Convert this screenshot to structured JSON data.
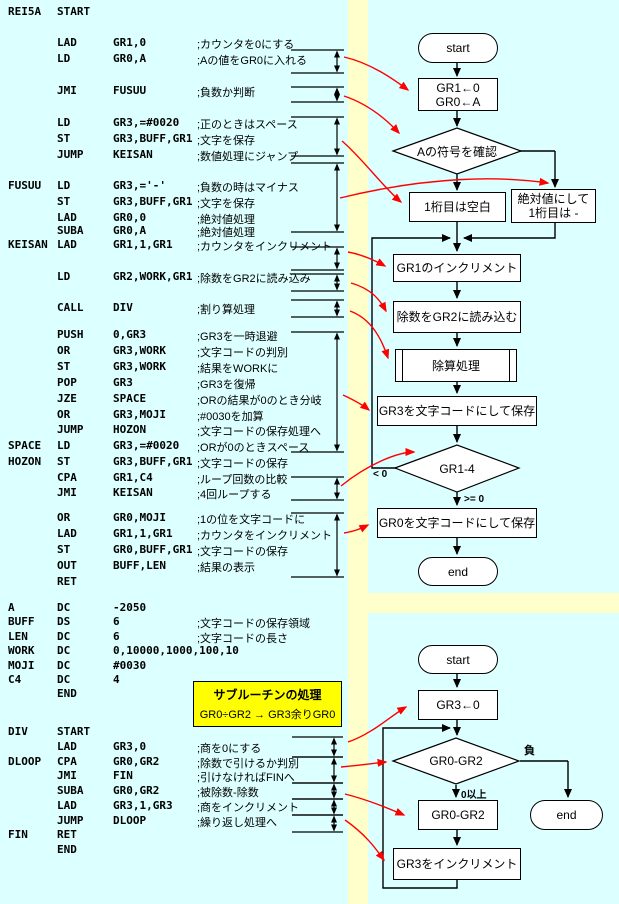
{
  "code": {
    "rows": [
      {
        "label": "REI5A",
        "op": "START",
        "args": "",
        "comment": ""
      },
      {
        "label": "",
        "op": "LAD",
        "args": "GR1,0",
        "comment": ";カウンタを0にする"
      },
      {
        "label": "",
        "op": "LD",
        "args": "GR0,A",
        "comment": ";Aの値をGR0に入れる"
      },
      {
        "label": "",
        "op": "JMI",
        "args": "FUSUU",
        "comment": ";負数か判断"
      },
      {
        "label": "",
        "op": "LD",
        "args": "GR3,=#0020",
        "comment": ";正のときはスペース"
      },
      {
        "label": "",
        "op": "ST",
        "args": "GR3,BUFF,GR1",
        "comment": ";文字を保存"
      },
      {
        "label": "",
        "op": "JUMP",
        "args": "KEISAN",
        "comment": ";数値処理にジャンプ"
      },
      {
        "label": "FUSUU",
        "op": "LD",
        "args": "GR3,='-'",
        "comment": ";負数の時はマイナス"
      },
      {
        "label": "",
        "op": "ST",
        "args": "GR3,BUFF,GR1",
        "comment": ";文字を保存"
      },
      {
        "label": "",
        "op": "LAD",
        "args": "GR0,0",
        "comment": ";絶対値処理"
      },
      {
        "label": "",
        "op": "SUBA",
        "args": "GR0,A",
        "comment": ";絶対値処理"
      },
      {
        "label": "KEISAN",
        "op": "LAD",
        "args": "GR1,1,GR1",
        "comment": ";カウンタをインクリメント"
      },
      {
        "label": "",
        "op": "LD",
        "args": "GR2,WORK,GR1",
        "comment": ";除数をGR2に読み込み"
      },
      {
        "label": "",
        "op": "CALL",
        "args": "DIV",
        "comment": ";割り算処理"
      },
      {
        "label": "",
        "op": "PUSH",
        "args": "0,GR3",
        "comment": ";GR3を一時退避"
      },
      {
        "label": "",
        "op": "OR",
        "args": "GR3,WORK",
        "comment": ";文字コードの判別"
      },
      {
        "label": "",
        "op": "ST",
        "args": "GR3,WORK",
        "comment": ";結果をWORKに"
      },
      {
        "label": "",
        "op": "POP",
        "args": "GR3",
        "comment": ";GR3を復帰"
      },
      {
        "label": "",
        "op": "JZE",
        "args": "SPACE",
        "comment": ";ORの結果が0のとき分岐"
      },
      {
        "label": "",
        "op": "OR",
        "args": "GR3,MOJI",
        "comment": ";#0030を加算"
      },
      {
        "label": "",
        "op": "JUMP",
        "args": "HOZON",
        "comment": ";文字コードの保存処理へ"
      },
      {
        "label": "SPACE",
        "op": "LD",
        "args": "GR3,=#0020",
        "comment": ";ORが0のときスペース"
      },
      {
        "label": "HOZON",
        "op": "ST",
        "args": "GR3,BUFF,GR1",
        "comment": ";文字コードの保存"
      },
      {
        "label": "",
        "op": "CPA",
        "args": "GR1,C4",
        "comment": ";ループ回数の比較"
      },
      {
        "label": "",
        "op": "JMI",
        "args": "KEISAN",
        "comment": ";4回ループする"
      },
      {
        "label": "",
        "op": "OR",
        "args": "GR0,MOJI",
        "comment": ";1の位を文字コードに"
      },
      {
        "label": "",
        "op": "LAD",
        "args": "GR1,1,GR1",
        "comment": ";カウンタをインクリメント"
      },
      {
        "label": "",
        "op": "ST",
        "args": "GR0,BUFF,GR1",
        "comment": ";文字コードの保存"
      },
      {
        "label": "",
        "op": "OUT",
        "args": "BUFF,LEN",
        "comment": ";結果の表示"
      },
      {
        "label": "",
        "op": "RET",
        "args": "",
        "comment": ""
      },
      {
        "label": "A",
        "op": "DC",
        "args": "-2050",
        "comment": ""
      },
      {
        "label": "BUFF",
        "op": "DS",
        "args": "6",
        "comment": ";文字コードの保存領域"
      },
      {
        "label": "LEN",
        "op": "DC",
        "args": "6",
        "comment": ";文字コードの長さ"
      },
      {
        "label": "WORK",
        "op": "DC",
        "args": "0,10000,1000,100,10",
        "comment": ""
      },
      {
        "label": "MOJI",
        "op": "DC",
        "args": "#0030",
        "comment": ""
      },
      {
        "label": "C4",
        "op": "DC",
        "args": "4",
        "comment": ""
      },
      {
        "label": "",
        "op": "END",
        "args": "",
        "comment": ""
      },
      {
        "label": "DIV",
        "op": "START",
        "args": "",
        "comment": ""
      },
      {
        "label": "",
        "op": "LAD",
        "args": "GR3,0",
        "comment": ";商を0にする"
      },
      {
        "label": "DLOOP",
        "op": "CPA",
        "args": "GR0,GR2",
        "comment": ";除数で引けるか判別"
      },
      {
        "label": "",
        "op": "JMI",
        "args": "FIN",
        "comment": ";引けなければFINへ"
      },
      {
        "label": "",
        "op": "SUBA",
        "args": "GR0,GR2",
        "comment": ";被除数-除数"
      },
      {
        "label": "",
        "op": "LAD",
        "args": "GR3,1,GR3",
        "comment": ";商をインクリメント"
      },
      {
        "label": "",
        "op": "JUMP",
        "args": "DLOOP",
        "comment": ";繰り返し処理へ"
      },
      {
        "label": "FIN",
        "op": "RET",
        "args": "",
        "comment": ""
      },
      {
        "label": "",
        "op": "END",
        "args": "",
        "comment": ""
      }
    ]
  },
  "callout": {
    "title": "サブルーチンの処理",
    "formula": "GR0÷GR2 → GR3余りGR0"
  },
  "flowchart_main": {
    "start": "start",
    "init_line1": "GR1←0",
    "init_line2": "GR0←A",
    "check_sign": "Aの符号を確認",
    "space_digit": "1桁目は空白",
    "abs_line1": "絶対値にして",
    "abs_line2": "1桁目は -",
    "incr": "GR1のインクリメント",
    "load_divisor": "除数をGR2に読み込む",
    "divide": "除算処理",
    "save_gr3": "GR3を文字コードにして保存",
    "loop_check": "GR1-4",
    "label_lt": "< 0",
    "label_ge": ">= 0",
    "save_gr0": "GR0を文字コードにして保存",
    "end": "end"
  },
  "flowchart_sub": {
    "start": "start",
    "init": "GR3←0",
    "compare": "GR0-GR2",
    "label_negative": "負",
    "label_ge0": "0以上",
    "subtract": "GR0-GR2",
    "incr": "GR3をインクリメント",
    "end": "end"
  },
  "colors": {
    "background": "#dcffff",
    "divider": "#ffffcc",
    "callout_fill": "#ffff00",
    "annotation_arrow": "#ff0000"
  }
}
